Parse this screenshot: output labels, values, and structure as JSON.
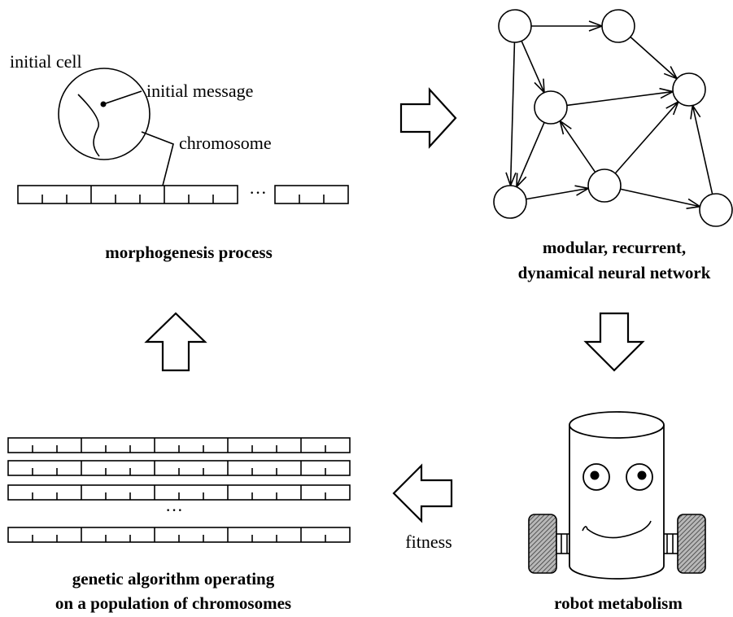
{
  "morphogenesis": {
    "initial_cell_label": "initial cell",
    "initial_message_label": "initial message",
    "chromosome_label": "chromosome",
    "ellipsis": "···",
    "caption": "morphogenesis process"
  },
  "network": {
    "caption_line1": "modular, recurrent,",
    "caption_line2": "dynamical neural network"
  },
  "genetic": {
    "ellipsis": "···",
    "caption_line1": "genetic algorithm operating",
    "caption_line2": "on a population of chromosomes"
  },
  "robot": {
    "caption": "robot metabolism",
    "fitness_label": "fitness"
  }
}
